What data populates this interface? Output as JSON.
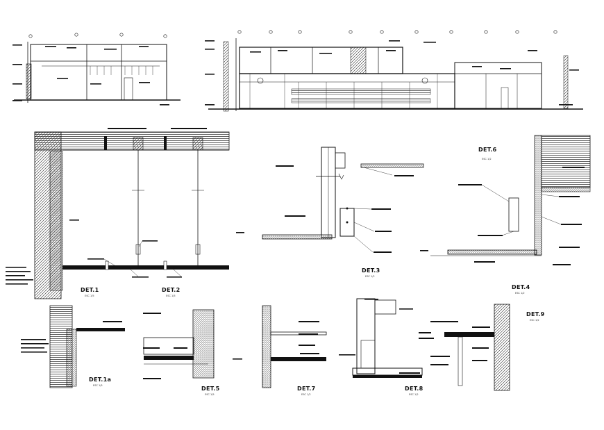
{
  "details": [
    {
      "id": "det1",
      "label": "DET.1",
      "scale": "ESC 1/5"
    },
    {
      "id": "det2",
      "label": "DET.2",
      "scale": "ESC 1/5"
    },
    {
      "id": "det3",
      "label": "DET.3",
      "scale": "ESC 1/2"
    },
    {
      "id": "det4",
      "label": "DET.4",
      "scale": "ESC 1/2"
    },
    {
      "id": "det1a",
      "label": "DET.1a",
      "scale": "ESC 1/5"
    },
    {
      "id": "det5",
      "label": "DET.5",
      "scale": "ESC 1/5"
    },
    {
      "id": "det6",
      "label": "DET.6",
      "scale": "ESC 1/2"
    },
    {
      "id": "det7",
      "label": "DET.7",
      "scale": "ESC 1/2"
    },
    {
      "id": "det8",
      "label": "DET.8",
      "scale": "ESC 1/2"
    },
    {
      "id": "det9",
      "label": "DET.9",
      "scale": "ESC 1/2"
    }
  ]
}
